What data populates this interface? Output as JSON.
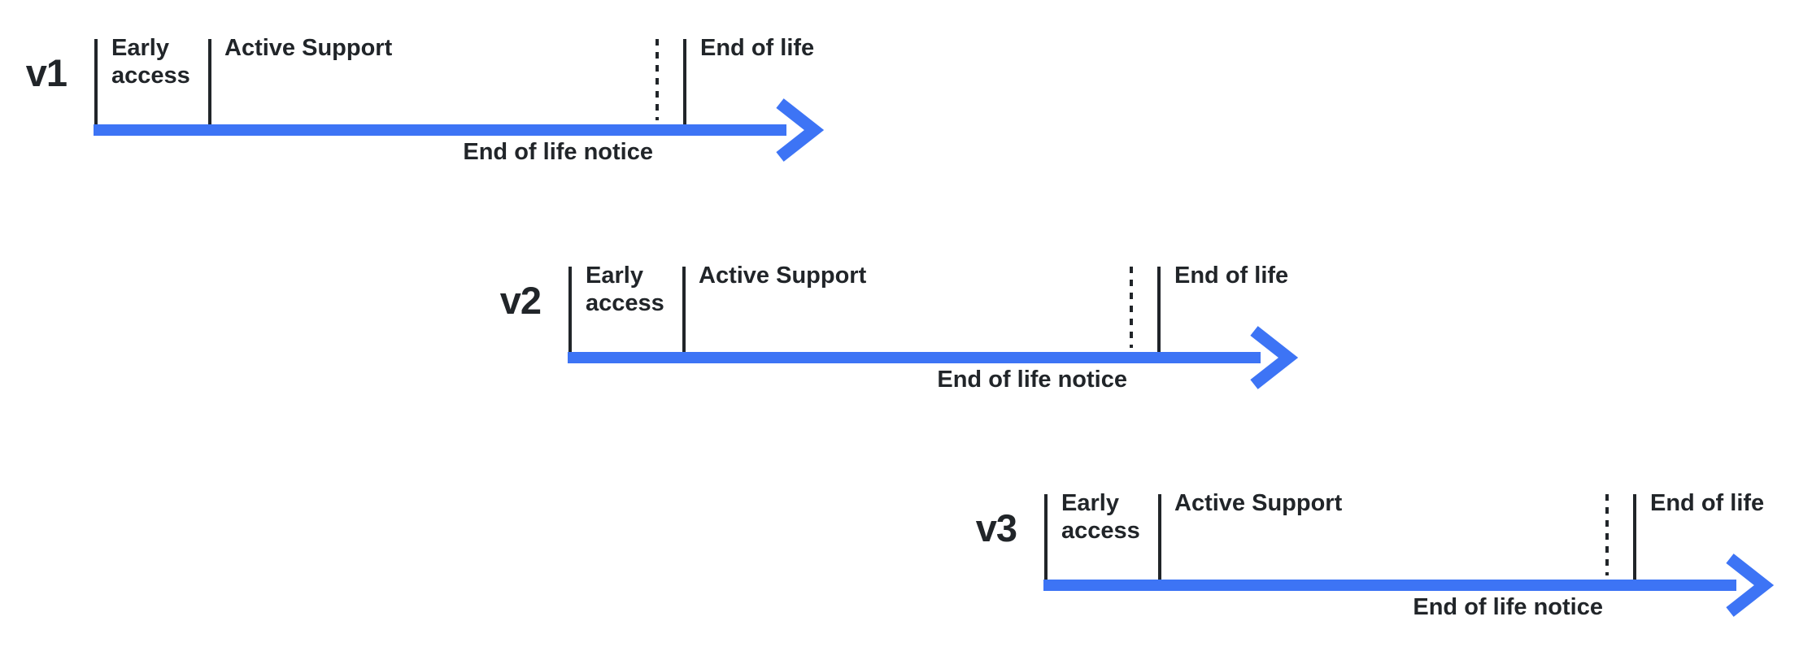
{
  "colors": {
    "arrow_blue": "#3D74F5",
    "ink": "#212529",
    "background": "#FFFFFF"
  },
  "diagram": {
    "type": "version-lifecycle-timelines",
    "description": "Three staggered release lifecycle timelines"
  },
  "timelines": [
    {
      "version": "v1",
      "labels": {
        "early_access": "Early access",
        "active_support": "Active Support",
        "end_of_life": "End of life",
        "eol_notice": "End of life notice"
      }
    },
    {
      "version": "v2",
      "labels": {
        "early_access": "Early access",
        "active_support": "Active Support",
        "end_of_life": "End of life",
        "eol_notice": "End of life notice"
      }
    },
    {
      "version": "v3",
      "labels": {
        "early_access": "Early access",
        "active_support": "Active Support",
        "end_of_life": "End of life",
        "eol_notice": "End of life notice"
      }
    }
  ]
}
